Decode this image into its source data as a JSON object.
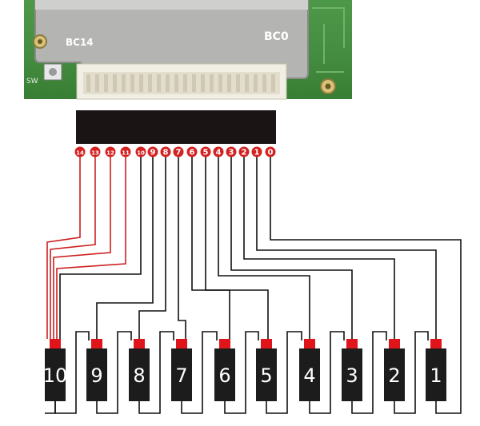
{
  "board": {
    "label_left": "BC14",
    "label_right": "BC0",
    "label_switch": "SW"
  },
  "colors": {
    "pcb_green": "#3f8f3a",
    "shield_metal": "#b4b4b2",
    "connector_bar": "#1a1414",
    "pin_red": "#d42121",
    "wire_red": "#cc1f1f",
    "wire_black": "#111111",
    "cell_body": "#1c1c1c",
    "cell_cap": "#e0151b"
  },
  "pins": [
    "14",
    "13",
    "12",
    "11",
    "10",
    "9",
    "8",
    "7",
    "6",
    "5",
    "4",
    "3",
    "2",
    "1",
    "0"
  ],
  "cells": [
    "10",
    "9",
    "8",
    "7",
    "6",
    "5",
    "4",
    "3",
    "2",
    "1"
  ]
}
